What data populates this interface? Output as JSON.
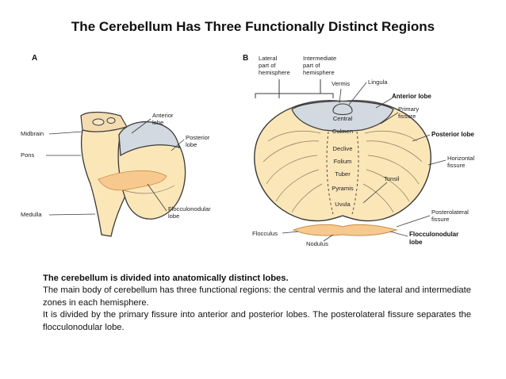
{
  "title": "The Cerebellum Has Three Functionally Distinct Regions",
  "figure": {
    "panel_a": {
      "letter": "A",
      "labels": {
        "midbrain": "Midbrain",
        "pons": "Pons",
        "medulla": "Medulla",
        "anterior_lobe": [
          "Anterior",
          "lobe"
        ],
        "posterior_lobe": [
          "Posterior",
          "lobe"
        ],
        "flocculonodular_lobe": [
          "Flocculonodular",
          "lobe"
        ]
      }
    },
    "panel_b": {
      "letter": "B",
      "labels": {
        "lateral_hemisphere": [
          "Lateral",
          "part of",
          "hemisphere"
        ],
        "intermediate_hemisphere": [
          "Intermediate",
          "part of",
          "hemisphere"
        ],
        "vermis": "Vermis",
        "lingula": "Lingula",
        "anterior_lobe": "Anterior lobe",
        "primary_fissure": [
          "Primary",
          "fissure"
        ],
        "posterior_lobe": "Posterior lobe",
        "horizontal_fissure": [
          "Horizontal",
          "fissure"
        ],
        "tonsil": "Tonsil",
        "posterolateral_fissure": [
          "Posterolateral",
          "fissure"
        ],
        "flocculonodular_lobe": [
          "Flocculonodular",
          "lobe"
        ],
        "flocculus": "Flocculus",
        "nodulus": "Nodulus",
        "central": "Central",
        "culmen": "Culmen",
        "declive": "Declive",
        "folium": "Folium",
        "tuber": "Tuber",
        "pyramis": "Pyramis",
        "uvula": "Uvula"
      }
    },
    "colors": {
      "tissue": "#fbe6b8",
      "anterior": "#d3d9e0",
      "flocculonodular": "#f7c98e",
      "outline": "#3a3a3a"
    }
  },
  "description": {
    "lead": "The cerebellum is divided into anatomically distinct lobes.",
    "paragraphs": [
      "The main body of cerebellum has three functional regions: the central vermis and the lateral and intermediate zones in each hemisphere.",
      "It is divided by the primary fissure into anterior and posterior lobes. The posterolateral fissure separates the flocculonodular lobe."
    ]
  }
}
